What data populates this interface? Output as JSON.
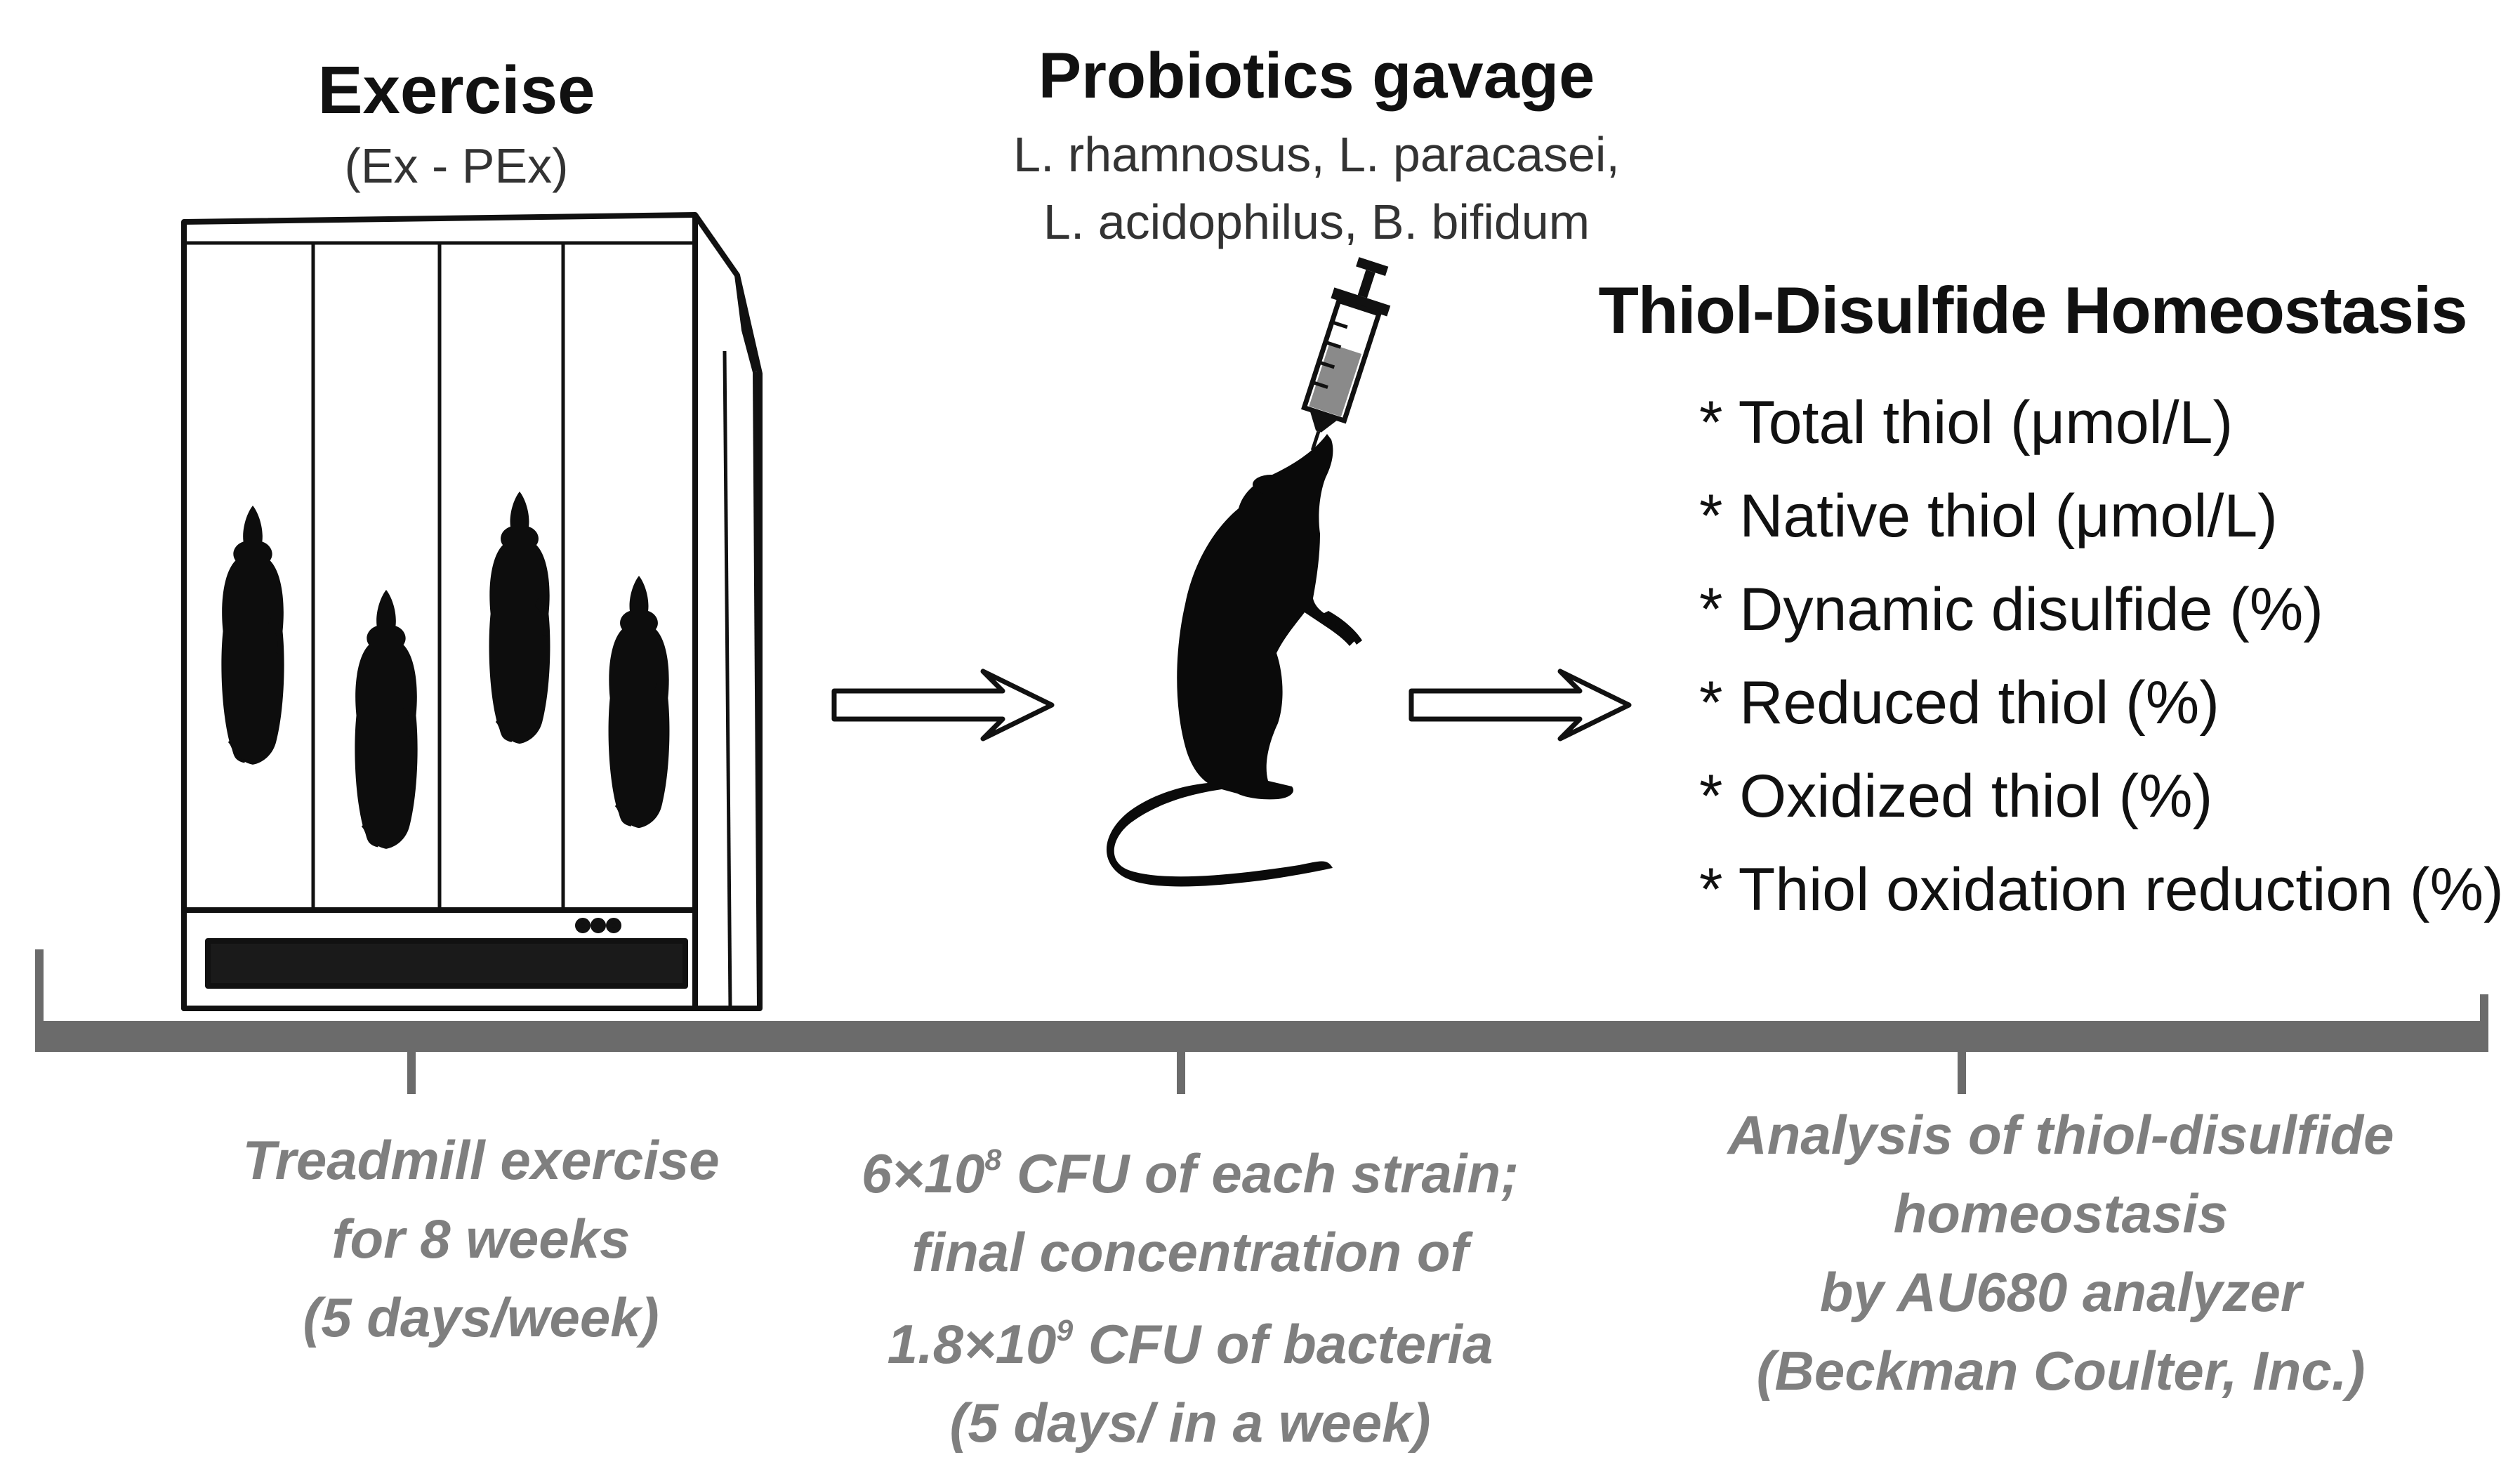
{
  "exercise": {
    "title": "Exercise",
    "subtitle": "(Ex - PEx)"
  },
  "probiotics": {
    "title": "Probiotics gavage",
    "strains_line1": "L. rhamnosus, L. paracasei,",
    "strains_line2": "L. acidophilus, B. bifidum"
  },
  "thiol": {
    "title": "Thiol-Disulfide Homeostasis",
    "parameters": [
      "* Total thiol (μmol/L)",
      "* Native thiol (μmol/L)",
      "* Dynamic disulfide (%)",
      "* Reduced thiol (%)",
      "* Oxidized thiol (%)",
      "* Thiol oxidation reduction (%)"
    ]
  },
  "timeline": {
    "caption1": [
      "Treadmill exercise",
      "for 8 weeks",
      "(5 days/week)"
    ],
    "caption2": {
      "line1_pre": "6×10",
      "line1_exp": "8",
      "line1_post": " CFU of each strain;",
      "line2": "final concentration of",
      "line3_pre": "1.8×10",
      "line3_exp": "9",
      "line3_post": " CFU of bacteria",
      "line4": "(5 days/ in a week)"
    },
    "caption3": [
      "Analysis of thiol-disulfide",
      "homeostasis",
      "by AU680 analyzer",
      "(Beckman Coulter, Inc.)"
    ]
  },
  "colors": {
    "timeline": "#6b6b6b",
    "caption": "#7f7f7f",
    "ink": "#111111"
  }
}
